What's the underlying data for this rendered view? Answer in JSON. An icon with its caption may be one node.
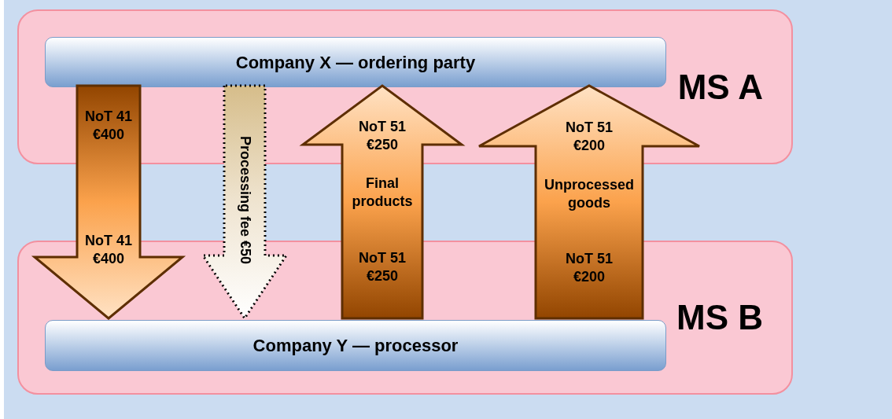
{
  "diagram": {
    "nodes": [
      {
        "text": [
          "MS A"
        ]
      },
      {
        "text": [
          "Company X — ordering party"
        ],
        "in": 0
      },
      {
        "text": [
          "MS B"
        ]
      },
      {
        "text": [
          "Company Y — processor"
        ],
        "in": 2
      }
    ],
    "edges": [
      {
        "from": 1,
        "to": 3,
        "arrow": "to",
        "label": "NoT 41 €400"
      },
      {
        "from": 1,
        "to": 3,
        "arrow": "to",
        "label": "Processing fee €50",
        "style": "dashed"
      },
      {
        "from": 3,
        "to": 1,
        "arrow": "to",
        "label": "Final products"
      },
      {
        "from": 3,
        "to": 1,
        "arrow": "to",
        "label": "Unprocessed goods"
      }
    ],
    "labels": [
      "NoT 51 €250",
      "NoT 51 €200",
      "NoT 41 €400",
      "NoT 51 €250",
      "NoT 51 €200"
    ]
  }
}
